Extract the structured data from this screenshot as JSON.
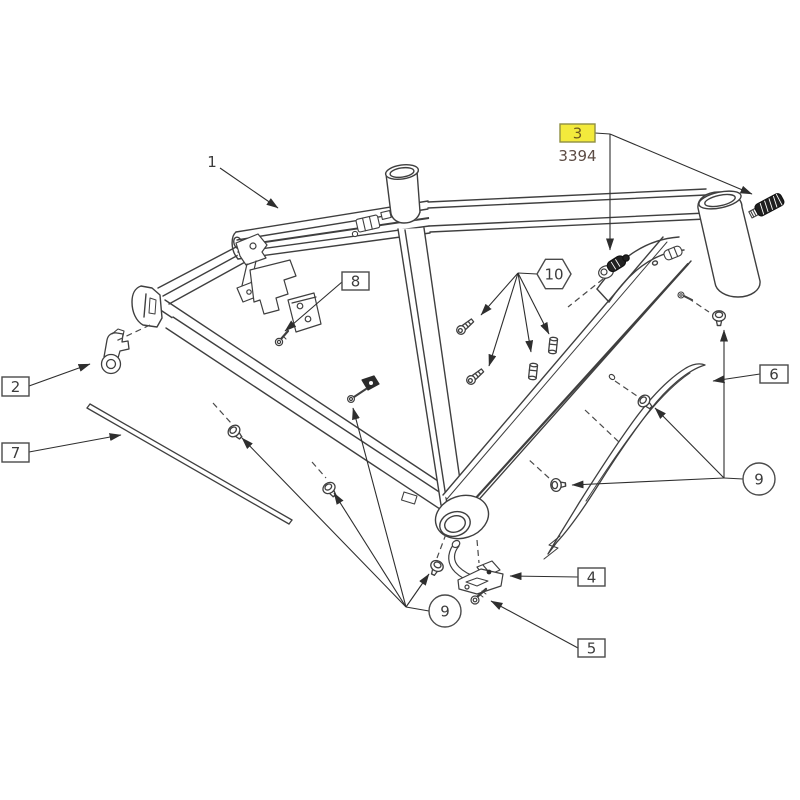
{
  "canvas": {
    "background": "#ffffff",
    "line_color": "#3f3f3f"
  },
  "highlight": {
    "fill": "#f3ea3c",
    "border": "#8f8f42",
    "label_color": "#6f5a1e",
    "part_number_color": "#5c4c44"
  },
  "callouts": {
    "c1": {
      "label": "1",
      "style": "plain-text"
    },
    "c2": {
      "label": "2",
      "style": "box"
    },
    "c3": {
      "label": "3",
      "style": "box-highlighted",
      "part_number": "3394"
    },
    "c4": {
      "label": "4",
      "style": "box"
    },
    "c5": {
      "label": "5",
      "style": "box"
    },
    "c6": {
      "label": "6",
      "style": "box"
    },
    "c7": {
      "label": "7",
      "style": "box"
    },
    "c8": {
      "label": "8",
      "style": "box"
    },
    "c9_bottom": {
      "label": "9",
      "style": "circle"
    },
    "c9_right": {
      "label": "9",
      "style": "circle"
    },
    "c10": {
      "label": "10",
      "style": "hexagon"
    }
  }
}
